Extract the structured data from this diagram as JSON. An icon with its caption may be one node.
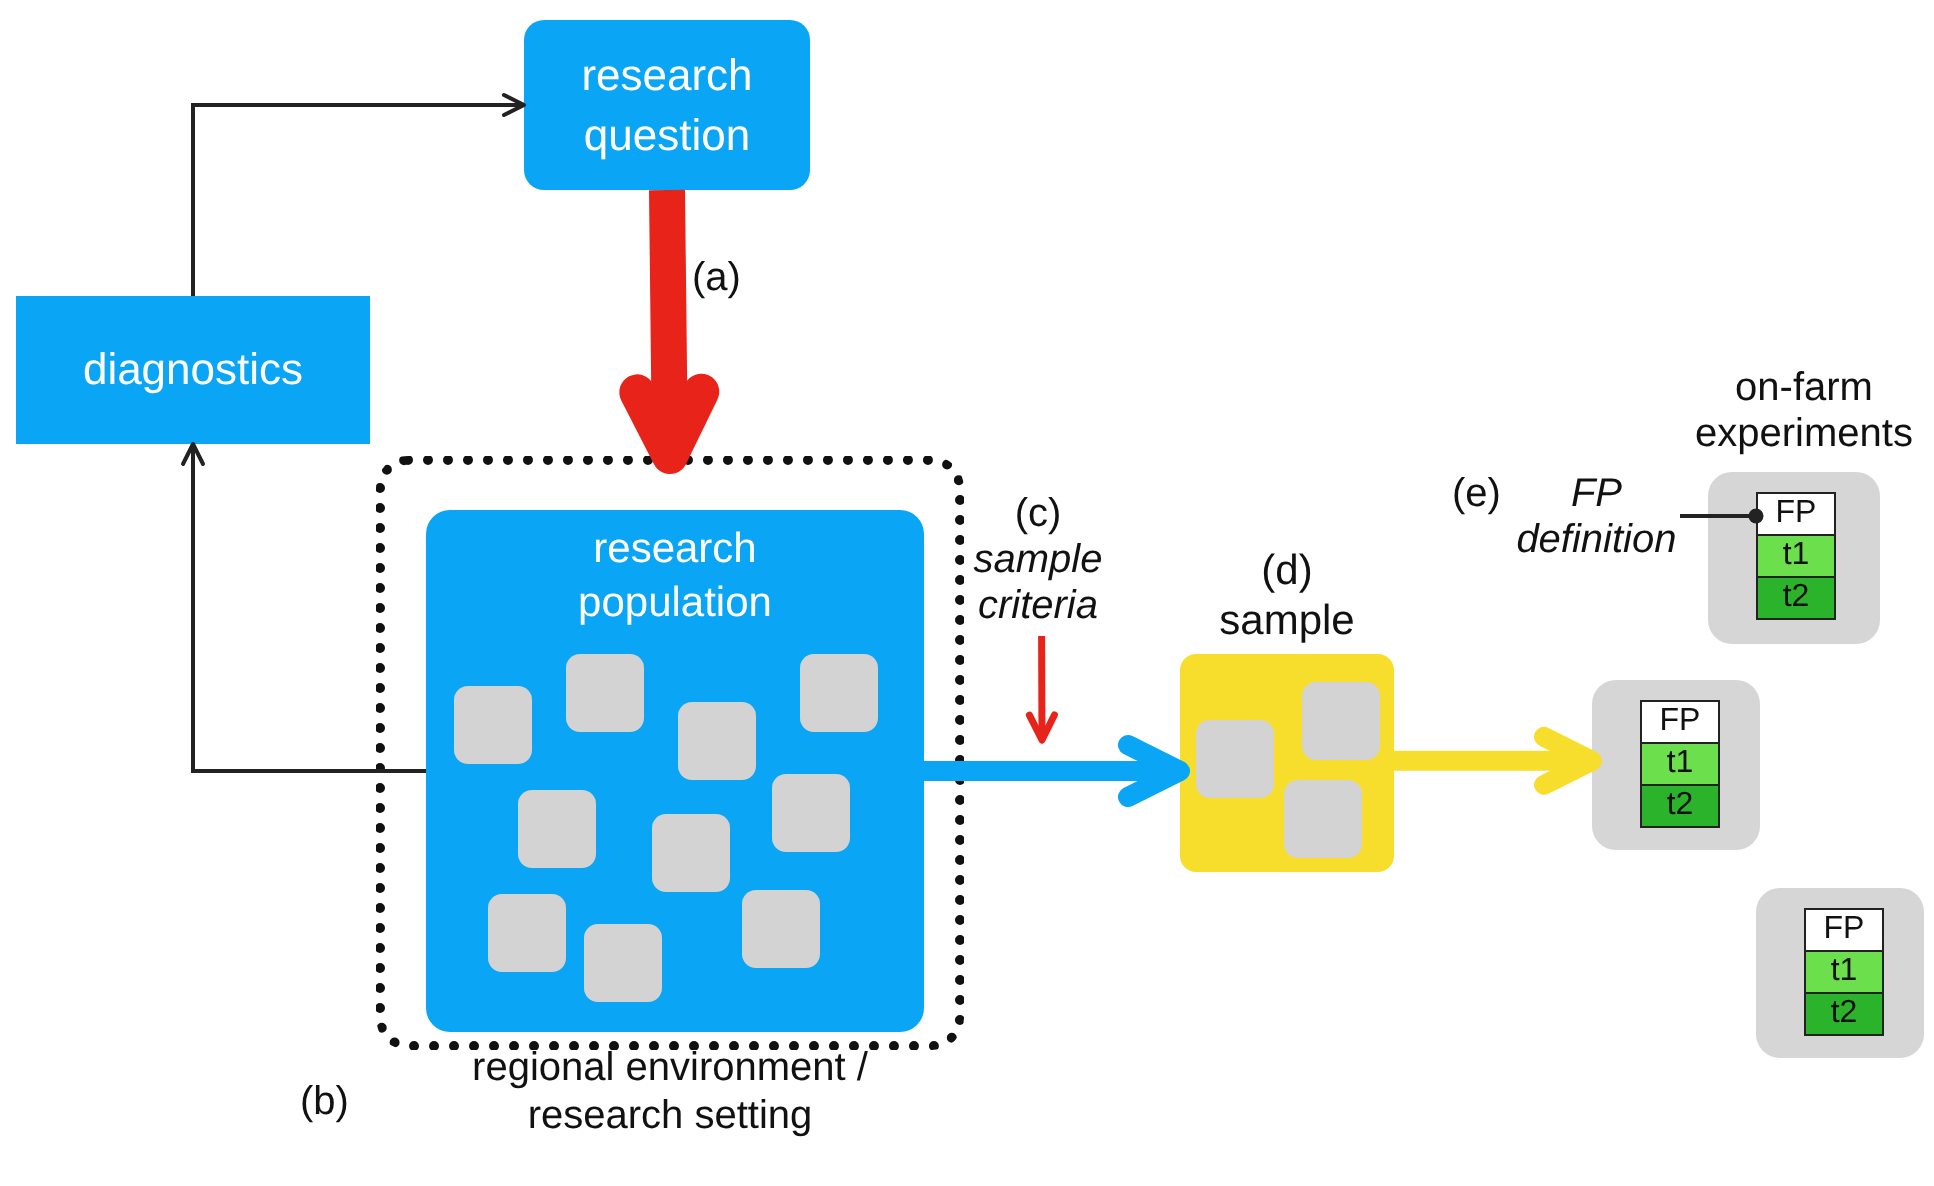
{
  "diagram": {
    "nodes": [
      {
        "text": [
          "research question"
        ]
      },
      {
        "text": [
          "diagnostics"
        ]
      },
      {
        "text": [
          "regional environment / research setting"
        ]
      },
      {
        "text": [
          "research population"
        ],
        "in": 2
      },
      {
        "text": [
          "(d)",
          "sample"
        ]
      },
      {
        "text": [],
        "shape": "box"
      },
      {
        "text": [
          "FP",
          "t1",
          "t2"
        ],
        "in": 5
      },
      {
        "text": [],
        "shape": "box"
      },
      {
        "text": [
          "FP",
          "t1",
          "t2"
        ],
        "in": 7
      },
      {
        "text": [],
        "shape": "box"
      },
      {
        "text": [
          "FP",
          "t1",
          "t2"
        ],
        "in": 9
      },
      {
        "text": [
          "(e)",
          "FP definition"
        ]
      },
      {
        "text": [
          "(c)",
          "sample criteria"
        ]
      }
    ],
    "edges": [
      {
        "from": 1,
        "to": 0,
        "arrow": "to"
      },
      {
        "from": 3,
        "to": 1,
        "arrow": "to"
      },
      {
        "from": 0,
        "to": 2,
        "arrow": "to",
        "label": "(a)",
        "style": "thick",
        "color": "#e8231a"
      },
      {
        "from": 3,
        "to": 4,
        "arrow": "to",
        "style": "thick",
        "color": "#0aa5f5"
      },
      {
        "from": 4,
        "to": 7,
        "arrow": "to",
        "style": "thick",
        "color": "#f8de2c"
      },
      {
        "from": 12,
        "to": null,
        "arrow": "to",
        "color": "#e8231a"
      },
      {
        "from": 11,
        "to": 6,
        "arrow": "other"
      }
    ],
    "labels": [
      "(b)",
      "on-farm experiments"
    ]
  }
}
